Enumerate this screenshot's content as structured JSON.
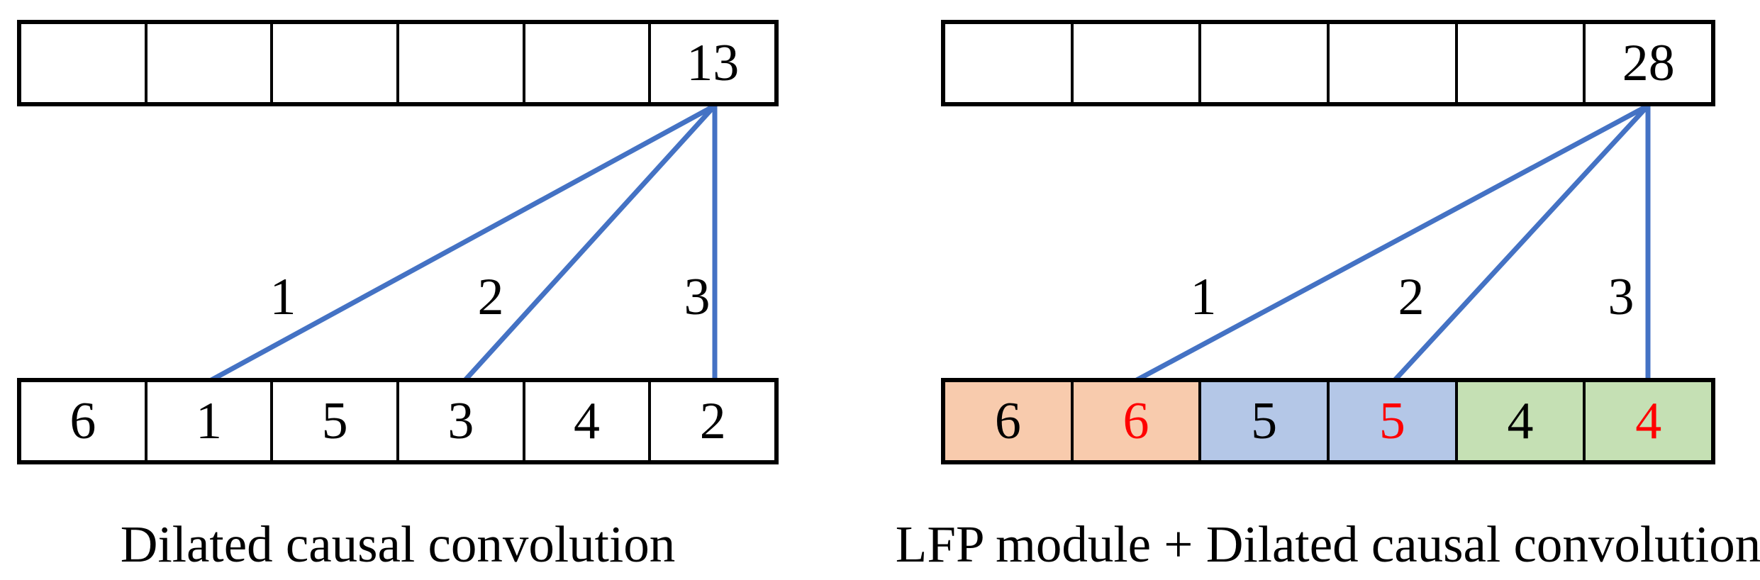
{
  "colors": {
    "line_blue": "#4472C4",
    "border_black": "#000000",
    "text_black": "#000000",
    "text_red": "#FF0000",
    "cell_white": "#FFFFFF",
    "cell_peach": "#F8CBAD",
    "cell_blue": "#B4C7E7",
    "cell_green": "#C5E0B4"
  },
  "left_panel": {
    "caption": "Dilated causal convolution",
    "output_row": {
      "cells": [
        "",
        "",
        "",
        "",
        "",
        "13"
      ]
    },
    "kernel_labels": [
      "1",
      "2",
      "3"
    ],
    "input_row": {
      "cells": [
        "6",
        "1",
        "5",
        "3",
        "4",
        "2"
      ]
    }
  },
  "right_panel": {
    "caption": "LFP module + Dilated causal convolution",
    "output_row": {
      "cells": [
        "",
        "",
        "",
        "",
        "",
        "28"
      ]
    },
    "kernel_labels": [
      "1",
      "2",
      "3"
    ],
    "input_row": {
      "cells": [
        {
          "value": "6",
          "text_color": "#000000",
          "bg": "#F8CBAD"
        },
        {
          "value": "6",
          "text_color": "#FF0000",
          "bg": "#F8CBAD"
        },
        {
          "value": "5",
          "text_color": "#000000",
          "bg": "#B4C7E7"
        },
        {
          "value": "5",
          "text_color": "#FF0000",
          "bg": "#B4C7E7"
        },
        {
          "value": "4",
          "text_color": "#000000",
          "bg": "#C5E0B4"
        },
        {
          "value": "4",
          "text_color": "#FF0000",
          "bg": "#C5E0B4"
        }
      ]
    }
  }
}
